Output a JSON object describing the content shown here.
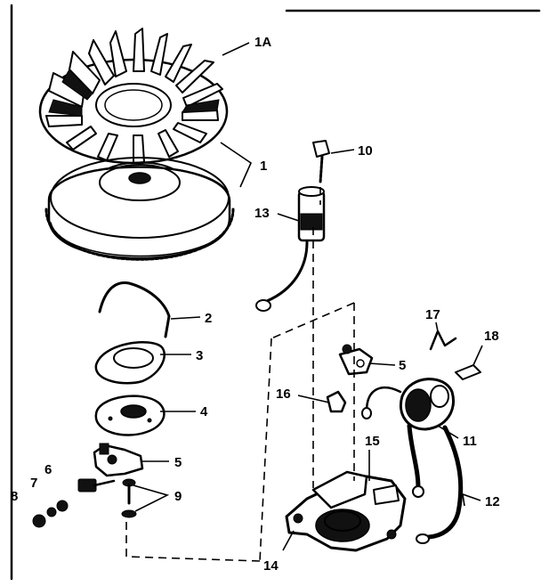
{
  "callouts": {
    "c1A": "1A",
    "c1": "1",
    "c2": "2",
    "c3": "3",
    "c4": "4",
    "c5a": "5",
    "c5b": "5",
    "c6": "6",
    "c7": "7",
    "c8": "8",
    "c9": "9",
    "c10": "10",
    "c11": "11",
    "c12": "12",
    "c13": "13",
    "c14": "14",
    "c15": "15",
    "c16": "16",
    "c17": "17",
    "c18": "18"
  }
}
